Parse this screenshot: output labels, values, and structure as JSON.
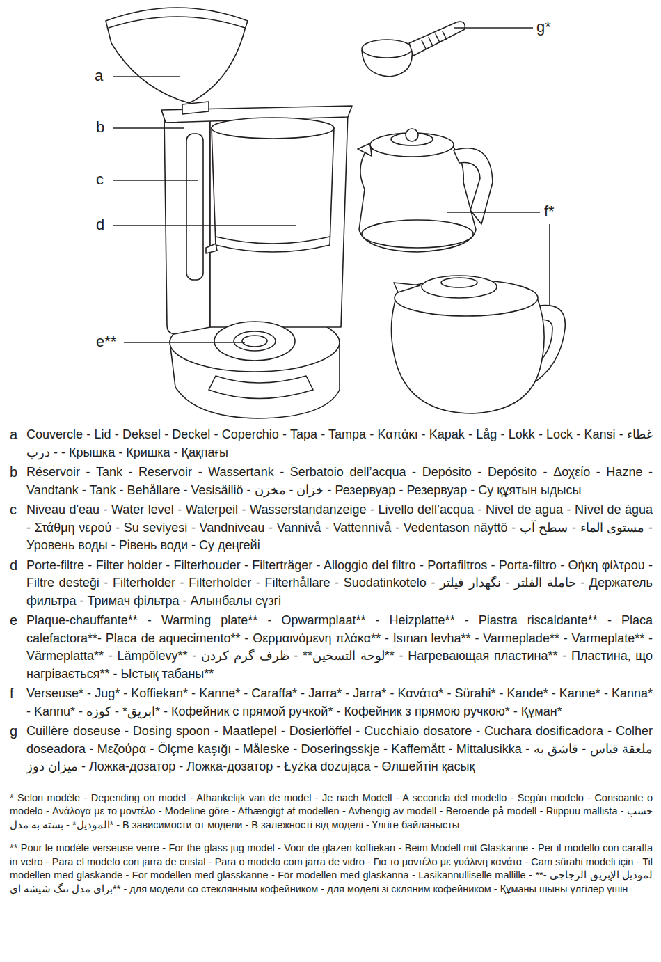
{
  "diagram": {
    "labels": [
      "a",
      "b",
      "c",
      "d",
      "e**",
      "g*",
      "f*",
      "a",
      "Couvercle - Lid - Deksel - Deckel - Coperchio - Tapa - Tampa - Καπάκι - Kapak - Låg - Lokk - Lock - Kansi - غطاء - درب - Крышка - Кришка - Қақпағы",
      "b",
      "Réservoir - Tank - Reservoir - Wassertank - Serbatoio dell’acqua - Depósito - Depósito - Δοχείο - Hazne - Vandtank - Tank - Behållare - Vesisäiliö - خزان - مخزن - Резервуар - Резервуар - Су құятын ыдысы",
      "c",
      "Niveau d'eau - Water level - Waterpeil - Wasserstandanzeige - Livello dell’acqua - Nivel de agua - Nível de água - Στάθμη νερού - Su seviyesi - Vandniveau - Vannivå - Vattennivå - Vedentason näyttö - مستوى الماء - سطح آب - Уровень воды - Рівень води - Су деңгейі",
      "d",
      "Porte-filtre - Filter holder - Filterhouder - Filterträger - Alloggio del filtro - Portafiltros - Porta-filtro - Θήκη φίλτρου - Filtre desteği - Filterholder - Filterholder - Filterhållare - Suodatinkotelo - حاملة الفلتر - نگهدار فیلتر - Держатель фильтра - Тримач фільтра - Алынбалы сүзгі",
      "e",
      "Plaque-chauffante** - Warming plate** - Opwarmplaat** - Heizplatte** - Piastra riscaldante** - Placa calefactora**- Placa de aquecimento** - Θερμαινόμενη πλάκα** - Isınan levha** - Varmeplade** - Varmeplate** - Värmeplatta** - Lämpölevy** - لوحة التسخين** - ظرف گرم کردن** - Нагревающая пластина** - Пластина, що нагрівається** - Ыстық табаны**",
      "f",
      "Verseuse* - Jug* - Koffiekan* - Kanne* - Caraffa* - Jarra* - Jarra* - Κανάτα* - Sürahi* - Kande* - Kanne* - Kanna* - Kannu* - ابريق* - کوزه* - Кофейник с прямой ручкой* - Кофейник з прямою ручкою* - Құман*",
      "g",
      "Cuillère doseuse - Dosing spoon - Maatlepel - Dosierlöffel - Cucchiaio dosatore - Cuchara dosificadora - Colher doseadora - Μεζούρα - Ölçme kaşığı - Måleske - Doseringsskje - Kaffemått - Mittalusikka - ملعقة قياس - قاشق به میزان دوز - Ложка-дозатор - Ложка-дозатор - Łyżka dozująca - Өлшейтін қасық",
      "* Selon modèle - Depending on model - Afhankelijk van de model - Je nach Modell - A seconda del modello - Según modelo - Consoante o modelo - Ανάλογα με το μοντέλο - Modeline göre - Afhængigt af modellen - Avhengig av modell - Beroende på modell - Riippuu mallista - حسب الموديل* - بسته به مدل* - В зависимости от модели - В залежності від моделі - Үлгіге байланысты",
      "** Pour le modèle verseuse verre - For the glass jug model - Voor de glazen koffiekan - Beim Modell mit Glaskanne - Per il modello con caraffa in vetro - Para el modelo con jarra de cristal - Para o modelo com jarra de vidro - Για το μοντέλο με γυάλινη κανάτα - Cam sürahi modeli için - Til modellen med glaskande - For modellen med glasskanne - För modellen med glaskanna - Lasikannulliselle mallille - **لموديل الإبريق الزجاجي - **برای مدل تنگ شیشه ای - для модели со стеклянным кофейником - для моделі зі скляним кофейником - Құманы шыны үлгілер үшін"
    ]
  }
}
